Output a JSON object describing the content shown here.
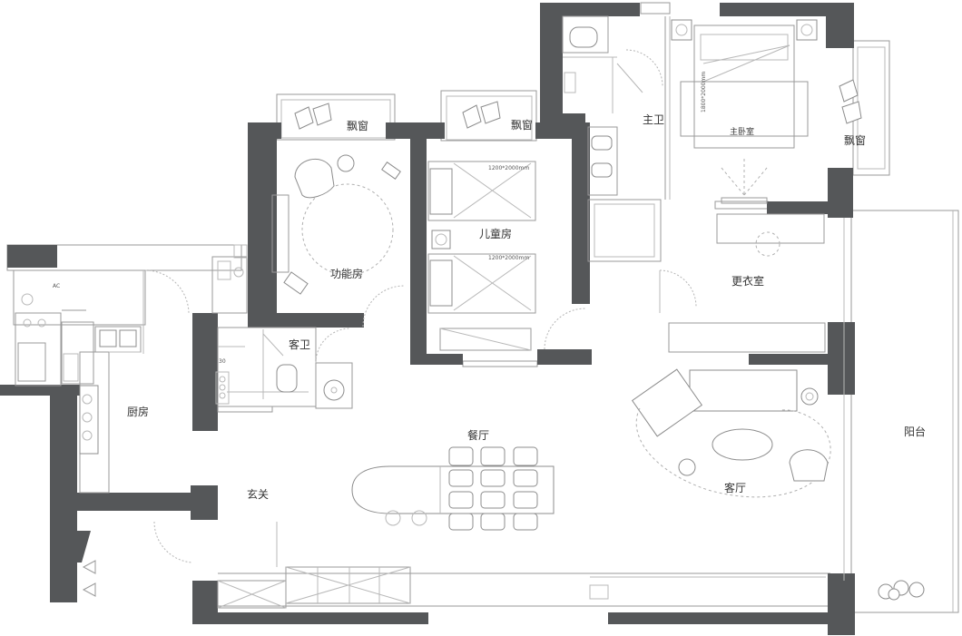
{
  "rooms": {
    "bay_window_1": "飘窗",
    "bay_window_2": "飘窗",
    "bay_window_3": "飘窗",
    "master_bath": "主卫",
    "master_bedroom": "主卧室",
    "function_room": "功能房",
    "kids_room": "儿童房",
    "guest_bath": "客卫",
    "dressing_room": "更衣室",
    "kitchen": "厨房",
    "dining": "餐厅",
    "entrance": "玄关",
    "living": "客厅",
    "balcony": "阳台"
  },
  "annotations": {
    "bed_size_master": "1800*2000mm",
    "bed_size_kids_1": "1200*2000mm",
    "bed_size_kids_2": "1200*2000mm",
    "ac": "AC",
    "guest_bath_tag": "30"
  },
  "colors": {
    "wall": "#555759",
    "line": "#9a9a9a"
  }
}
